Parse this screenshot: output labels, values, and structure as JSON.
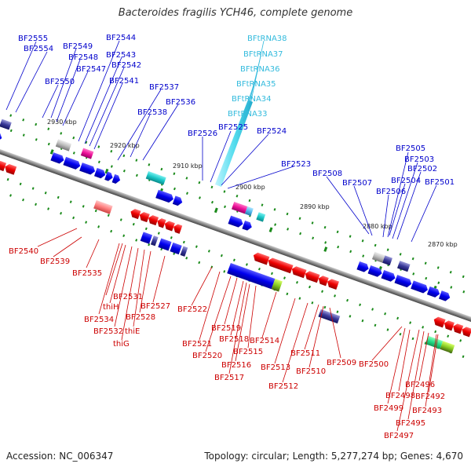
{
  "title": "Bacteroides fragilis YCH46, complete genome",
  "footer": {
    "accession": "Accession: NC_006347",
    "summary": "Topology: circular; Length: 5,277,274 bp; Genes: 4,670"
  },
  "colors": {
    "forward_label": "#0000cc",
    "reverse_label": "#cc0000",
    "rna_label": "#33bbdd",
    "forward_gene": "#0a0ae6",
    "reverse_gene": "#ee0a0a",
    "ticks": "#1a8a1a",
    "backbone": "#888888"
  },
  "ruler": [
    "2930 kbp",
    "2920 kbp",
    "2910 kbp",
    "2900 kbp",
    "2890 kbp",
    "2880 kbp",
    "2870 kbp"
  ],
  "labels": {
    "forward": [
      "BF2555",
      "BF2554",
      "BF2549",
      "BF2548",
      "BF2547",
      "BF2550",
      "BF2544",
      "BF2543",
      "BF2542",
      "BF2541",
      "BF2537",
      "BF2536",
      "BF2538",
      "BF2526",
      "BF2525",
      "BF2524",
      "BF2523",
      "BF2508",
      "BF2507",
      "BF2506",
      "BF2505",
      "BF2503",
      "BF2502",
      "BF2504",
      "BF2501"
    ],
    "rna": [
      "BFtRNA38",
      "BFtRNA37",
      "BFtRNA36",
      "BFtRNA35",
      "BFtRNA34",
      "BFtRNA33"
    ],
    "reverse": [
      "BF2540",
      "BF2539",
      "BF2535",
      "BF2531",
      "thiH",
      "BF2534",
      "BF2532",
      "thiG",
      "thiE",
      "BF2528",
      "BF2527",
      "BF2522",
      "BF2521",
      "BF2520",
      "BF2519",
      "BF2518",
      "BF2515",
      "BF2514",
      "BF2516",
      "BF2517",
      "BF2513",
      "BF2512",
      "BF2511",
      "BF2510",
      "BF2509",
      "BF2500",
      "BF2498",
      "BF2499",
      "BF2496",
      "BF2492",
      "BF2493",
      "BF2495",
      "BF2497"
    ]
  }
}
